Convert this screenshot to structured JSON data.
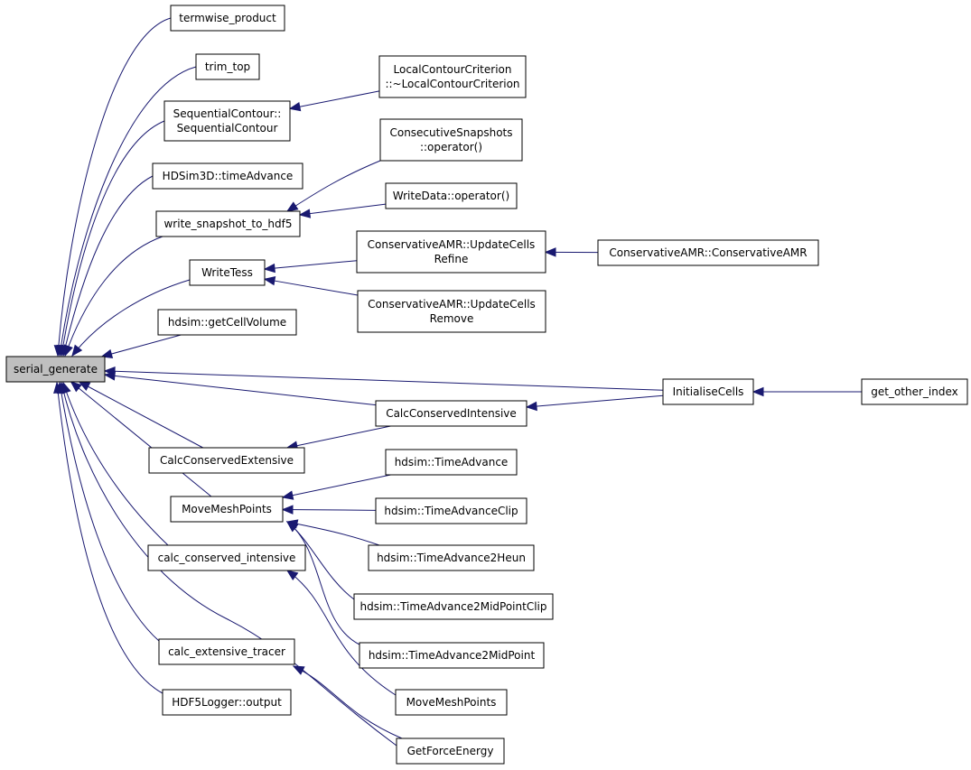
{
  "colors": {
    "edge": "#191970",
    "root_fill": "#bfbfbf",
    "node_fill": "#ffffff",
    "node_border": "#000000"
  },
  "nodes": [
    {
      "id": "n_serial_generate",
      "lines": [
        "serial_generate"
      ],
      "root": true
    },
    {
      "id": "n_termwise_product",
      "lines": [
        "termwise_product"
      ]
    },
    {
      "id": "n_trim_top",
      "lines": [
        "trim_top"
      ]
    },
    {
      "id": "n_seqcontour",
      "lines": [
        "SequentialContour::",
        "SequentialContour"
      ]
    },
    {
      "id": "n_localcontour",
      "lines": [
        "LocalContourCriterion",
        "::~LocalContourCriterion"
      ]
    },
    {
      "id": "n_consec",
      "lines": [
        "ConsecutiveSnapshots",
        "::operator()"
      ]
    },
    {
      "id": "n_hdsim3d",
      "lines": [
        "HDSim3D::timeAdvance"
      ]
    },
    {
      "id": "n_write_snapshot",
      "lines": [
        "write_snapshot_to_hdf5"
      ]
    },
    {
      "id": "n_writedata",
      "lines": [
        "WriteData::operator()"
      ]
    },
    {
      "id": "n_writetess",
      "lines": [
        "WriteTess"
      ]
    },
    {
      "id": "n_amr_refine",
      "lines": [
        "ConservativeAMR::UpdateCells",
        "Refine"
      ]
    },
    {
      "id": "n_amr_ctor",
      "lines": [
        "ConservativeAMR::ConservativeAMR"
      ]
    },
    {
      "id": "n_amr_remove",
      "lines": [
        "ConservativeAMR::UpdateCells",
        "Remove"
      ]
    },
    {
      "id": "n_getcellvolume",
      "lines": [
        "hdsim::getCellVolume"
      ]
    },
    {
      "id": "n_initialisecells",
      "lines": [
        "InitialiseCells"
      ]
    },
    {
      "id": "n_get_other_index",
      "lines": [
        "get_other_index"
      ]
    },
    {
      "id": "n_calcconsint",
      "lines": [
        "CalcConservedIntensive"
      ]
    },
    {
      "id": "n_calcconsext",
      "lines": [
        "CalcConservedExtensive"
      ]
    },
    {
      "id": "n_movemesh",
      "lines": [
        "MoveMeshPoints"
      ]
    },
    {
      "id": "n_ta",
      "lines": [
        "hdsim::TimeAdvance"
      ]
    },
    {
      "id": "n_taclip",
      "lines": [
        "hdsim::TimeAdvanceClip"
      ]
    },
    {
      "id": "n_ta2heun",
      "lines": [
        "hdsim::TimeAdvance2Heun"
      ]
    },
    {
      "id": "n_ta2mpclip",
      "lines": [
        "hdsim::TimeAdvance2MidPointClip"
      ]
    },
    {
      "id": "n_ta2mp",
      "lines": [
        "hdsim::TimeAdvance2MidPoint"
      ]
    },
    {
      "id": "n_movemesh2",
      "lines": [
        "MoveMeshPoints"
      ]
    },
    {
      "id": "n_calc_cons_int",
      "lines": [
        "calc_conserved_intensive"
      ]
    },
    {
      "id": "n_calc_ext_tracer",
      "lines": [
        "calc_extensive_tracer"
      ]
    },
    {
      "id": "n_getforceenergy",
      "lines": [
        "GetForceEnergy"
      ]
    },
    {
      "id": "n_hdf5logger",
      "lines": [
        "HDF5Logger::output"
      ]
    }
  ],
  "edges": [
    {
      "from": "n_termwise_product",
      "to": "n_serial_generate"
    },
    {
      "from": "n_trim_top",
      "to": "n_serial_generate"
    },
    {
      "from": "n_seqcontour",
      "to": "n_serial_generate"
    },
    {
      "from": "n_hdsim3d",
      "to": "n_serial_generate"
    },
    {
      "from": "n_write_snapshot",
      "to": "n_serial_generate"
    },
    {
      "from": "n_writetess",
      "to": "n_serial_generate"
    },
    {
      "from": "n_getcellvolume",
      "to": "n_serial_generate"
    },
    {
      "from": "n_initialisecells",
      "to": "n_serial_generate"
    },
    {
      "from": "n_calcconsint",
      "to": "n_serial_generate"
    },
    {
      "from": "n_calcconsext",
      "to": "n_serial_generate"
    },
    {
      "from": "n_movemesh",
      "to": "n_serial_generate"
    },
    {
      "from": "n_calc_cons_int",
      "to": "n_serial_generate"
    },
    {
      "from": "n_calc_ext_tracer",
      "to": "n_serial_generate"
    },
    {
      "from": "n_hdf5logger",
      "to": "n_serial_generate"
    },
    {
      "from": "n_getforceenergy",
      "to": "n_serial_generate"
    },
    {
      "from": "n_localcontour",
      "to": "n_seqcontour"
    },
    {
      "from": "n_consec",
      "to": "n_write_snapshot"
    },
    {
      "from": "n_writedata",
      "to": "n_write_snapshot"
    },
    {
      "from": "n_amr_refine",
      "to": "n_writetess"
    },
    {
      "from": "n_amr_remove",
      "to": "n_writetess"
    },
    {
      "from": "n_amr_ctor",
      "to": "n_amr_refine"
    },
    {
      "from": "n_get_other_index",
      "to": "n_initialisecells"
    },
    {
      "from": "n_initialisecells",
      "to": "n_calcconsint"
    },
    {
      "from": "n_calcconsint",
      "to": "n_calcconsext"
    },
    {
      "from": "n_ta",
      "to": "n_movemesh"
    },
    {
      "from": "n_taclip",
      "to": "n_movemesh"
    },
    {
      "from": "n_ta2heun",
      "to": "n_movemesh"
    },
    {
      "from": "n_ta2mpclip",
      "to": "n_movemesh"
    },
    {
      "from": "n_ta2mp",
      "to": "n_movemesh"
    },
    {
      "from": "n_movemesh2",
      "to": "n_calc_cons_int"
    },
    {
      "from": "n_getforceenergy",
      "to": "n_calc_ext_tracer"
    }
  ]
}
